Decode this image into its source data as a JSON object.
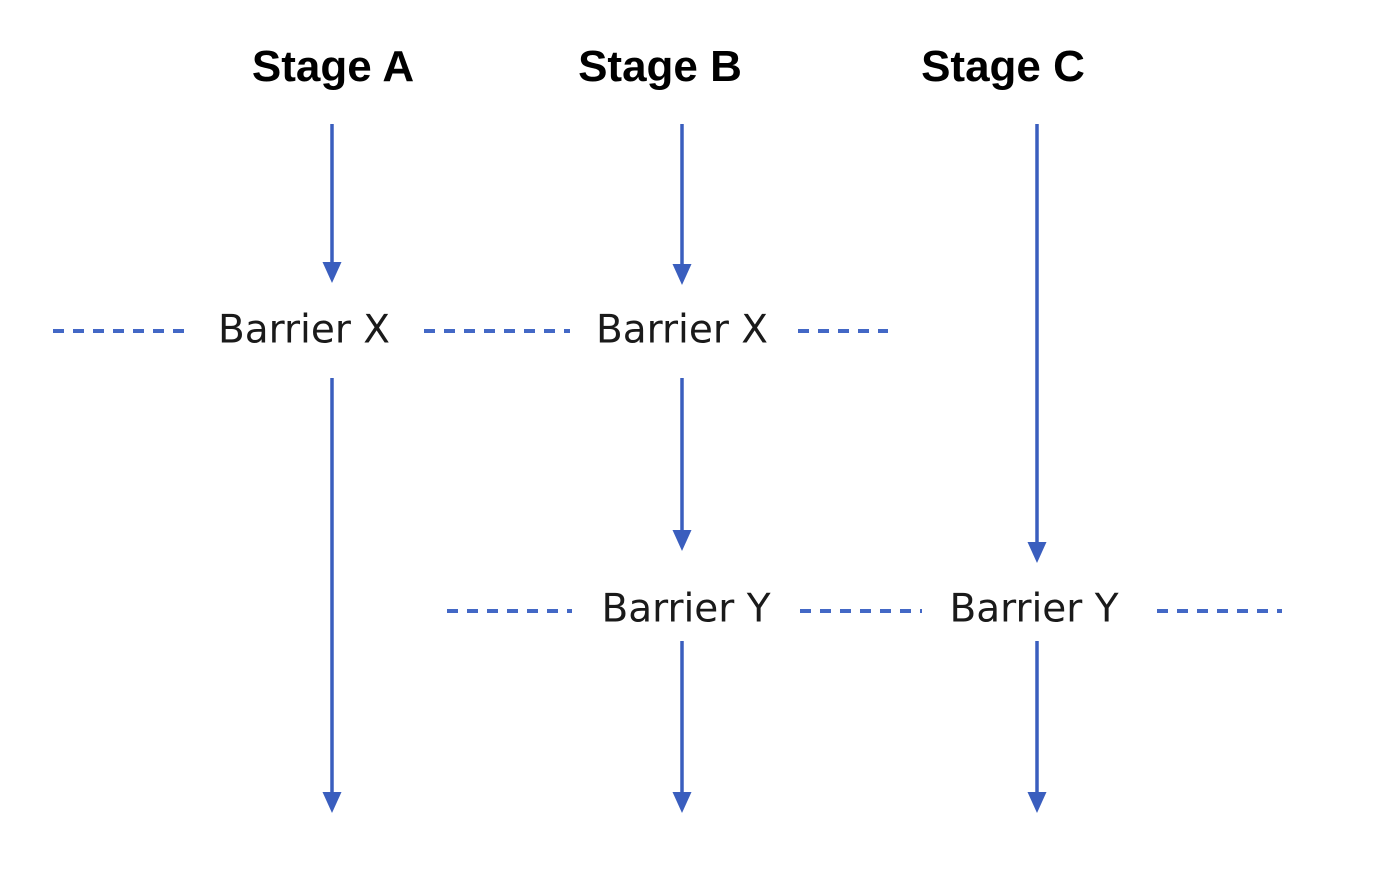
{
  "diagram": {
    "stages": [
      {
        "label": "Stage A"
      },
      {
        "label": "Stage B"
      },
      {
        "label": "Stage C"
      }
    ],
    "barrier_rows": [
      {
        "id": "barrier-x",
        "labels": [
          "Barrier X",
          "Barrier X"
        ]
      },
      {
        "id": "barrier-y",
        "labels": [
          "Barrier Y",
          "Barrier Y"
        ]
      }
    ]
  },
  "colors": {
    "arrow": "#3a5ebe",
    "dashed_line": "#4368c6",
    "stage_label": "#000000",
    "barrier_label": "#1a1a1a",
    "background": "#ffffff"
  }
}
